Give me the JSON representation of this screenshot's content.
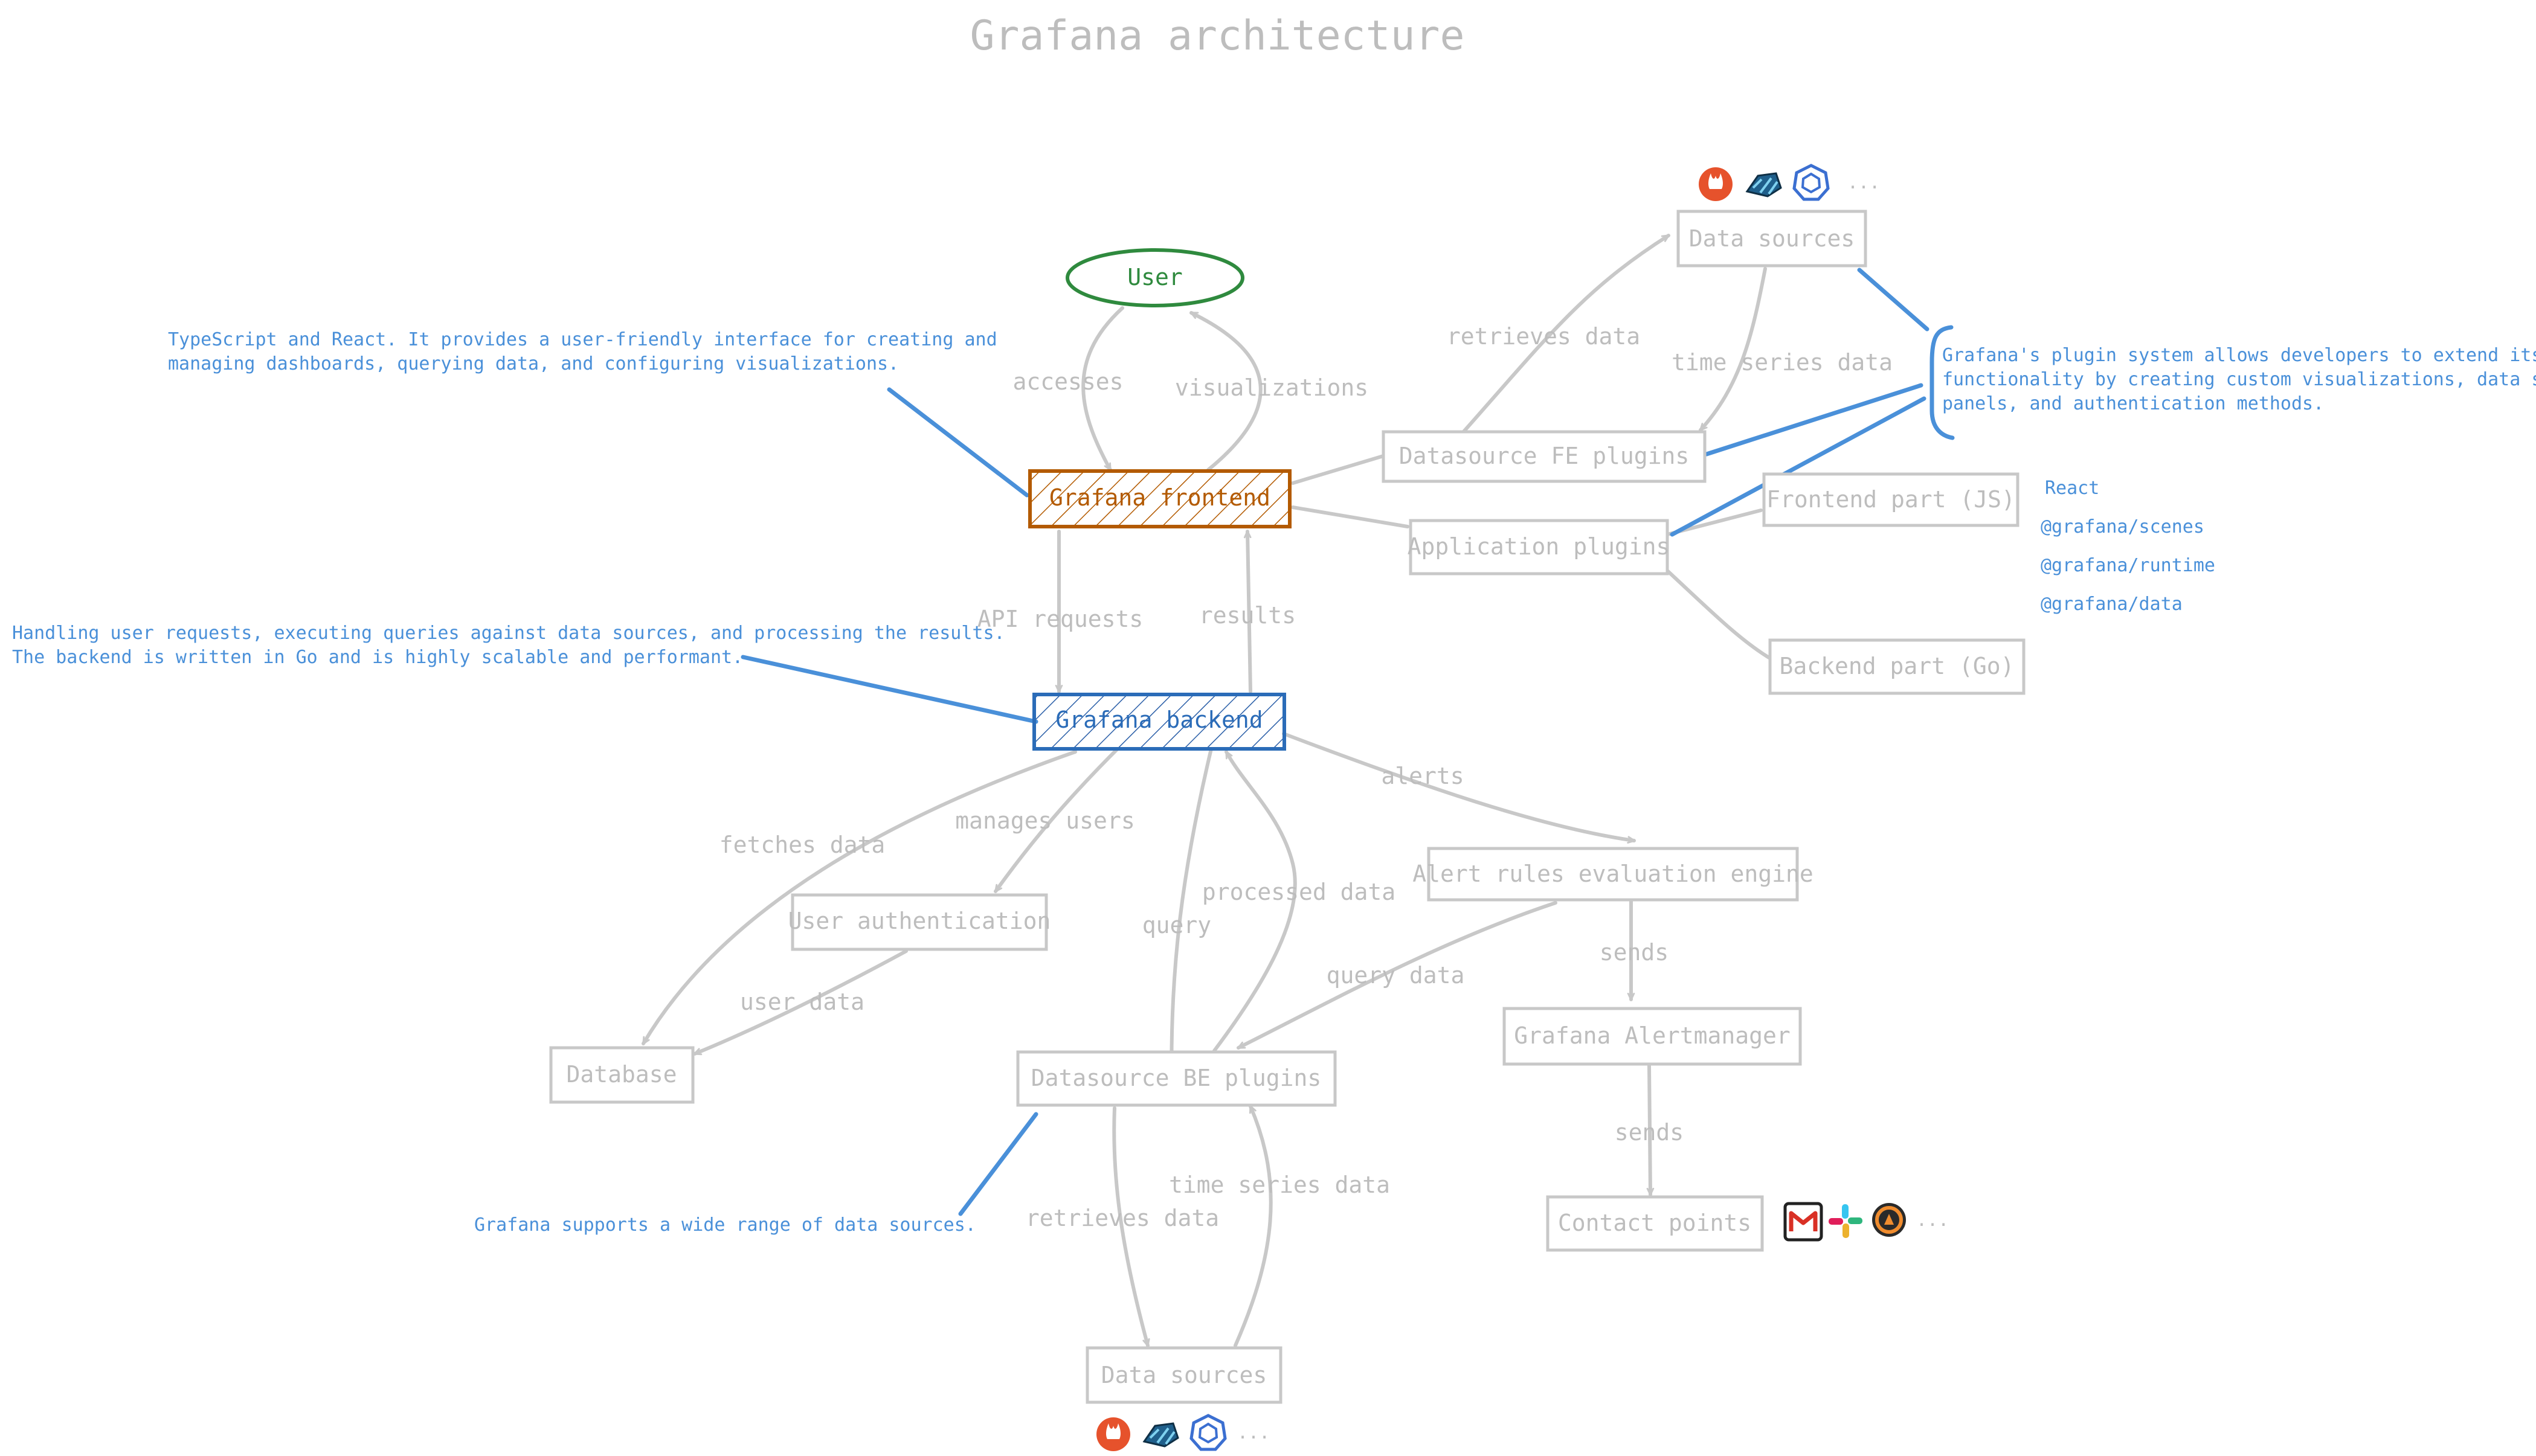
{
  "title": "Grafana architecture",
  "colors": {
    "gray": "#c8c8c8",
    "gray_text": "#bdbdbd",
    "blue": "#4a90d9",
    "green": "#2f8a3e",
    "orange": "#b35a00",
    "prometheus": "#e6522c",
    "dark": "#222222"
  },
  "nodes": {
    "user": "User",
    "frontend": "Grafana frontend",
    "backend": "Grafana backend",
    "data_sources_top": "Data sources",
    "datasource_fe": "Datasource FE plugins",
    "application_plugins": "Application plugins",
    "frontend_part": "Frontend part (JS)",
    "backend_part": "Backend part (Go)",
    "alert_engine": "Alert rules evaluation engine",
    "alertmanager": "Grafana Alertmanager",
    "contact_points": "Contact points",
    "user_auth": "User authentication",
    "database": "Database",
    "datasource_be": "Datasource BE plugins",
    "data_sources_bottom": "Data sources"
  },
  "edges": {
    "accesses": "accesses",
    "visualizations": "visualizations",
    "api_requests": "API requests",
    "results": "results",
    "retrieves_data_top": "retrieves data",
    "time_series_top": "time series data",
    "alerts": "alerts",
    "sends_1": "sends",
    "sends_2": "sends",
    "fetches_data": "fetches data",
    "manages_users": "manages users",
    "user_data": "user data",
    "query": "query",
    "processed_data": "processed data",
    "query_data": "query data",
    "retrieves_data_bottom": "retrieves data",
    "time_series_bottom": "time series data"
  },
  "notes": {
    "frontend_line1": "TypeScript and React. It provides a user-friendly interface for creating and",
    "frontend_line2": "managing dashboards, querying data, and configuring visualizations.",
    "backend_line1": "Handling user requests, executing queries against data sources, and processing the results.",
    "backend_line2": "The backend is written in Go and is highly scalable and performant.",
    "plugin_line1": "Grafana's plugin system allows developers to extend its",
    "plugin_line2": "functionality by creating custom visualizations, data sources,",
    "plugin_line3": "panels, and authentication methods.",
    "datasources_note": "Grafana supports a wide range of data sources."
  },
  "libraries": [
    "React",
    "@grafana/scenes",
    "@grafana/runtime",
    "@grafana/data"
  ],
  "icons": {
    "top_datasource_icons": [
      "prometheus-icon",
      "tempo-icon",
      "kubernetes-icon"
    ],
    "bottom_datasource_icons": [
      "prometheus-icon",
      "tempo-icon",
      "kubernetes-icon"
    ],
    "contact_icons": [
      "gmail-icon",
      "slack-icon",
      "oncall-icon"
    ],
    "more": "..."
  }
}
